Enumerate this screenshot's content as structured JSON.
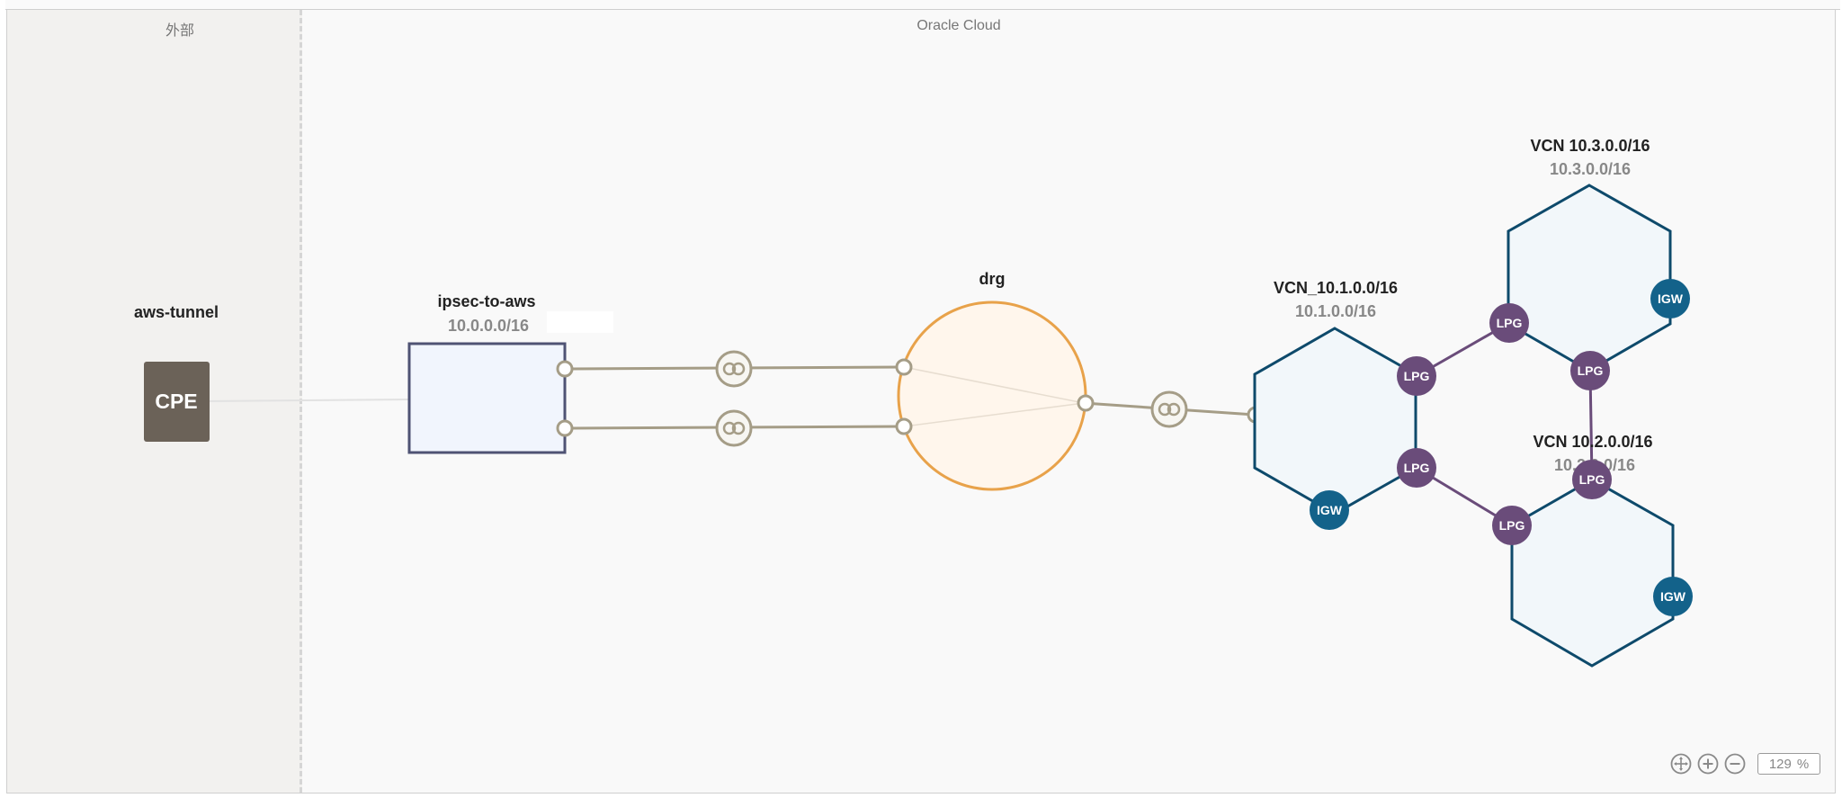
{
  "regions": {
    "external": "外部",
    "cloud": "Oracle Cloud"
  },
  "nodes": {
    "cpe": {
      "name": "aws-tunnel",
      "label": "CPE"
    },
    "ipsec": {
      "name": "ipsec-to-aws",
      "cidr": "10.0.0.0/16"
    },
    "drg": {
      "name": "drg"
    },
    "vcn1": {
      "name": "VCN_10.1.0.0/16",
      "cidr": "10.1.0.0/16"
    },
    "vcn3": {
      "name": "VCN  10.3.0.0/16",
      "cidr": "10.3.0.0/16"
    },
    "vcn2": {
      "name": "VCN  10.2.0.0/16",
      "cidr": "10.2.0.0/16"
    }
  },
  "gateway_labels": {
    "lpg": "LPG",
    "igw": "IGW"
  },
  "zoom": {
    "value": "129",
    "unit": "%"
  },
  "icons": [
    "pan-icon",
    "zoom-in-icon",
    "zoom-out-icon",
    "link-icon"
  ],
  "colors": {
    "vcn_stroke": "#0e4a6b",
    "vcn_fill": "#f2f7fa",
    "lpg": "#6a4c7a",
    "igw": "#13628a",
    "drg_stroke": "#e8a24a",
    "drg_fill": "#fff6ec",
    "ipsec_stroke": "#4f5374",
    "ipsec_fill": "#f1f5fd",
    "cpe": "#6b6258",
    "connector": "#a59d87"
  }
}
